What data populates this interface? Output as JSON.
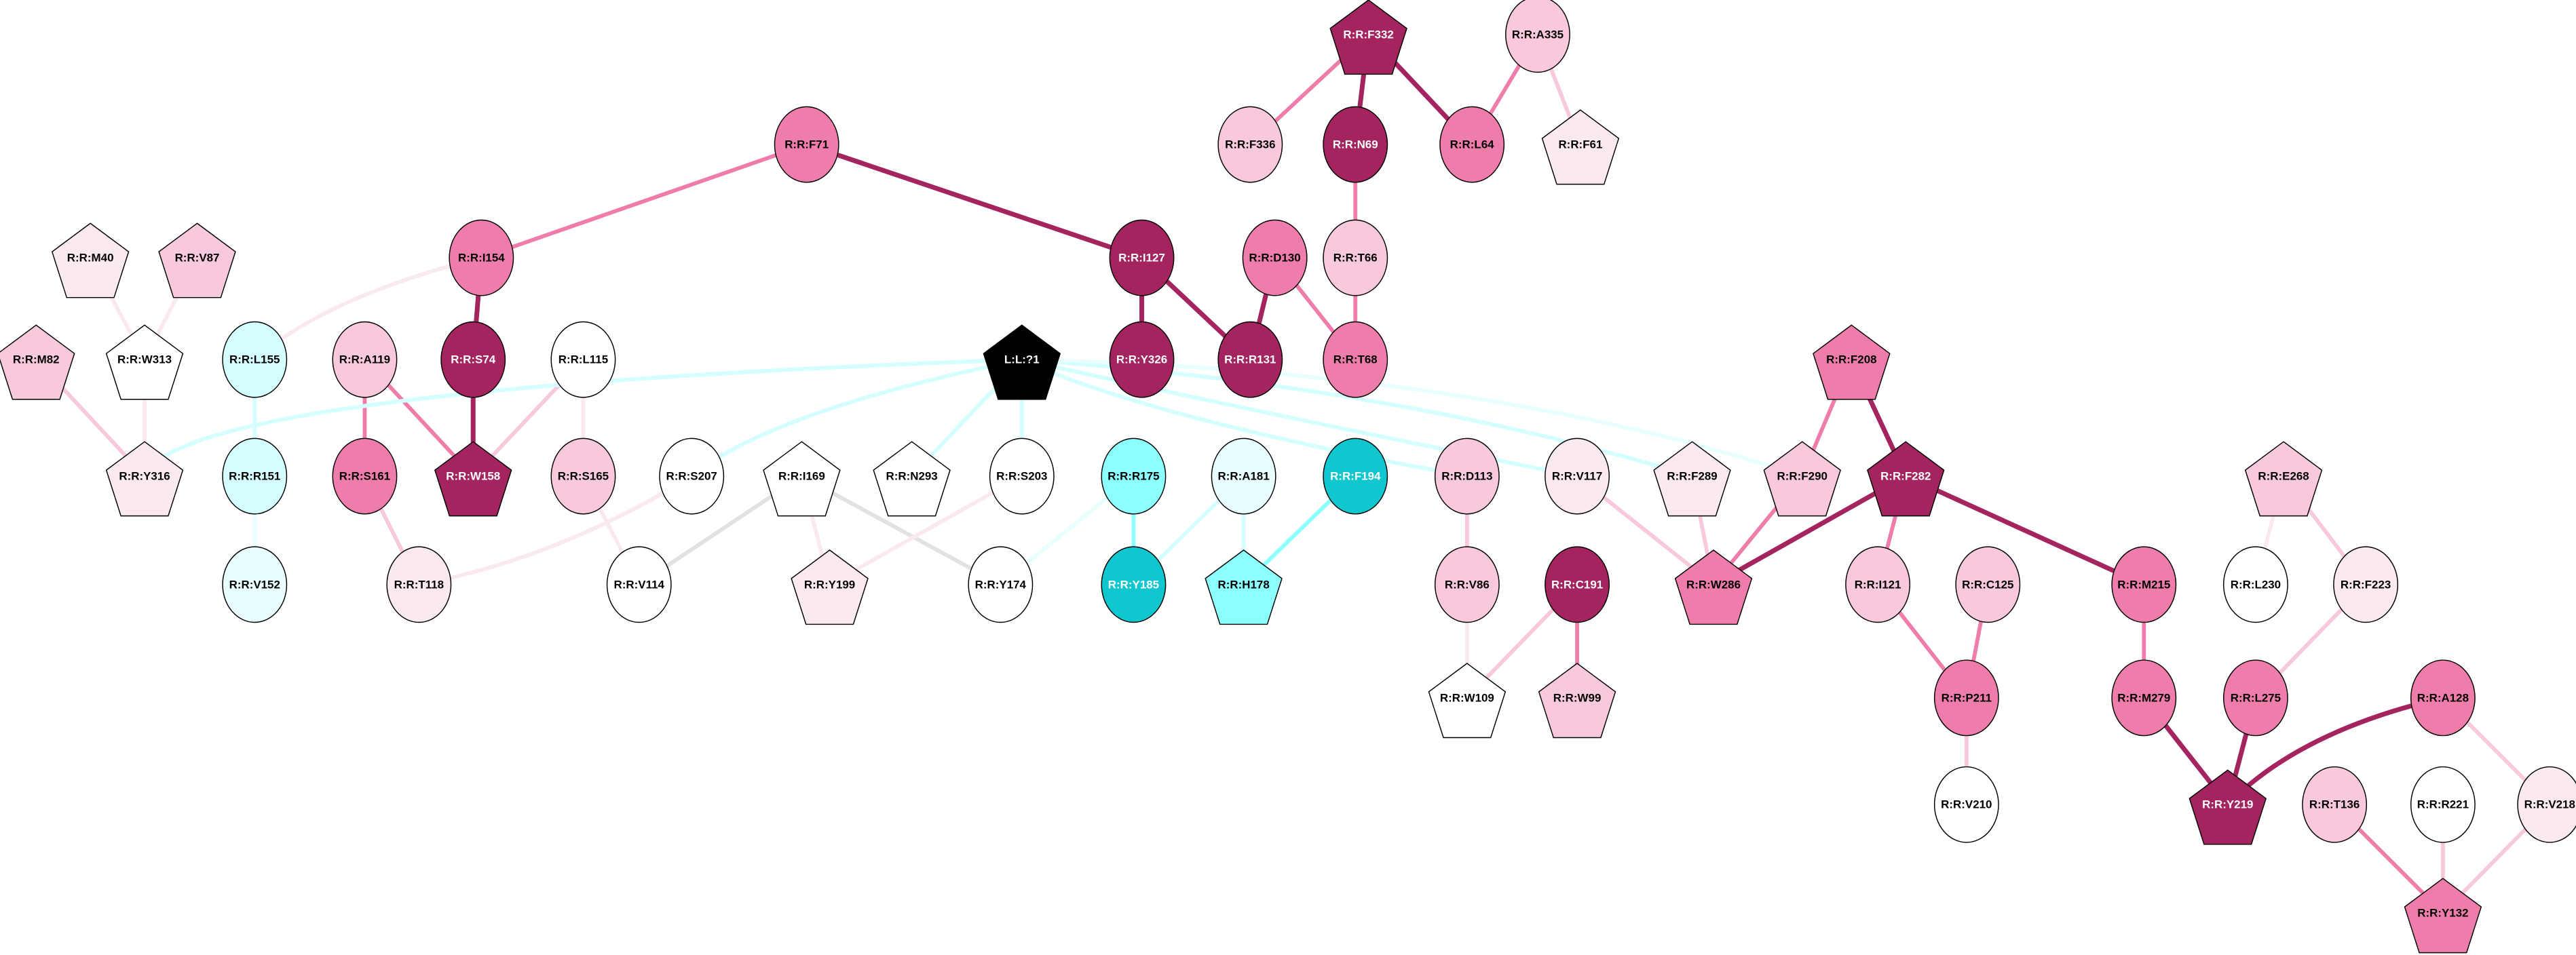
{
  "palette": {
    "dark": "#A3245F",
    "mid": "#EF7DAB",
    "light": "#F8C8DC",
    "vlight": "#FBE9F1",
    "white": "#FFFFFF",
    "black": "#000000",
    "teal": "#10C6CF",
    "cyan": "#8CFFFF",
    "cyanlight": "#D4FEFF",
    "cyanvlight": "#E9FEFE",
    "grey": "#E2E2E2"
  },
  "nodes": [
    {
      "id": "R:R:F332",
      "shape": "pentagon",
      "color": "dark"
    },
    {
      "id": "R:R:A335",
      "shape": "circle",
      "color": "light"
    },
    {
      "id": "R:R:F71",
      "shape": "circle",
      "color": "mid"
    },
    {
      "id": "R:R:F336",
      "shape": "circle",
      "color": "light"
    },
    {
      "id": "R:R:N69",
      "shape": "circle",
      "color": "dark"
    },
    {
      "id": "R:R:L64",
      "shape": "circle",
      "color": "mid"
    },
    {
      "id": "R:R:F61",
      "shape": "pentagon",
      "color": "vlight"
    },
    {
      "id": "R:R:M40",
      "shape": "pentagon",
      "color": "vlight"
    },
    {
      "id": "R:R:V87",
      "shape": "pentagon",
      "color": "light"
    },
    {
      "id": "R:R:I154",
      "shape": "circle",
      "color": "mid"
    },
    {
      "id": "R:R:I127",
      "shape": "circle",
      "color": "dark"
    },
    {
      "id": "R:R:D130",
      "shape": "circle",
      "color": "mid"
    },
    {
      "id": "R:R:T66",
      "shape": "circle",
      "color": "light"
    },
    {
      "id": "R:R:M82",
      "shape": "pentagon",
      "color": "light"
    },
    {
      "id": "R:R:W313",
      "shape": "pentagon",
      "color": "white"
    },
    {
      "id": "R:R:L155",
      "shape": "circle",
      "color": "cyanlight"
    },
    {
      "id": "R:R:A119",
      "shape": "circle",
      "color": "light"
    },
    {
      "id": "R:R:S74",
      "shape": "circle",
      "color": "dark"
    },
    {
      "id": "R:R:L115",
      "shape": "circle",
      "color": "white"
    },
    {
      "id": "L:L:?1",
      "shape": "pentagon",
      "color": "black"
    },
    {
      "id": "R:R:Y326",
      "shape": "circle",
      "color": "dark"
    },
    {
      "id": "R:R:R131",
      "shape": "circle",
      "color": "dark"
    },
    {
      "id": "R:R:T68",
      "shape": "circle",
      "color": "mid"
    },
    {
      "id": "R:R:F208",
      "shape": "pentagon",
      "color": "mid"
    },
    {
      "id": "R:R:Y316",
      "shape": "pentagon",
      "color": "vlight"
    },
    {
      "id": "R:R:R151",
      "shape": "circle",
      "color": "cyanlight"
    },
    {
      "id": "R:R:S161",
      "shape": "circle",
      "color": "mid"
    },
    {
      "id": "R:R:W158",
      "shape": "pentagon",
      "color": "dark"
    },
    {
      "id": "R:R:S165",
      "shape": "circle",
      "color": "light"
    },
    {
      "id": "R:R:S207",
      "shape": "circle",
      "color": "white"
    },
    {
      "id": "R:R:I169",
      "shape": "pentagon",
      "color": "white"
    },
    {
      "id": "R:R:N293",
      "shape": "pentagon",
      "color": "white"
    },
    {
      "id": "R:R:S203",
      "shape": "circle",
      "color": "white"
    },
    {
      "id": "R:R:R175",
      "shape": "circle",
      "color": "cyan"
    },
    {
      "id": "R:R:A181",
      "shape": "circle",
      "color": "cyanvlight"
    },
    {
      "id": "R:R:F194",
      "shape": "circle",
      "color": "teal"
    },
    {
      "id": "R:R:D113",
      "shape": "circle",
      "color": "light"
    },
    {
      "id": "R:R:V117",
      "shape": "circle",
      "color": "vlight"
    },
    {
      "id": "R:R:F289",
      "shape": "pentagon",
      "color": "vlight"
    },
    {
      "id": "R:R:F290",
      "shape": "pentagon",
      "color": "light"
    },
    {
      "id": "R:R:F282",
      "shape": "pentagon",
      "color": "dark"
    },
    {
      "id": "R:R:E268",
      "shape": "pentagon",
      "color": "light"
    },
    {
      "id": "R:R:V152",
      "shape": "circle",
      "color": "cyanvlight"
    },
    {
      "id": "R:R:T118",
      "shape": "circle",
      "color": "vlight"
    },
    {
      "id": "R:R:V114",
      "shape": "circle",
      "color": "white"
    },
    {
      "id": "R:R:Y199",
      "shape": "pentagon",
      "color": "vlight"
    },
    {
      "id": "R:R:Y174",
      "shape": "circle",
      "color": "white"
    },
    {
      "id": "R:R:Y185",
      "shape": "circle",
      "color": "teal"
    },
    {
      "id": "R:R:H178",
      "shape": "pentagon",
      "color": "cyan"
    },
    {
      "id": "R:R:V86",
      "shape": "circle",
      "color": "light"
    },
    {
      "id": "R:R:C191",
      "shape": "circle",
      "color": "dark"
    },
    {
      "id": "R:R:W286",
      "shape": "pentagon",
      "color": "mid"
    },
    {
      "id": "R:R:I121",
      "shape": "circle",
      "color": "light"
    },
    {
      "id": "R:R:C125",
      "shape": "circle",
      "color": "light"
    },
    {
      "id": "R:R:M215",
      "shape": "circle",
      "color": "mid"
    },
    {
      "id": "R:R:L230",
      "shape": "circle",
      "color": "white"
    },
    {
      "id": "R:R:F223",
      "shape": "circle",
      "color": "vlight"
    },
    {
      "id": "R:R:W109",
      "shape": "pentagon",
      "color": "white"
    },
    {
      "id": "R:R:W99",
      "shape": "pentagon",
      "color": "light"
    },
    {
      "id": "R:R:P211",
      "shape": "circle",
      "color": "mid"
    },
    {
      "id": "R:R:M279",
      "shape": "circle",
      "color": "mid"
    },
    {
      "id": "R:R:L275",
      "shape": "circle",
      "color": "mid"
    },
    {
      "id": "R:R:A128",
      "shape": "circle",
      "color": "mid"
    },
    {
      "id": "R:R:V210",
      "shape": "circle",
      "color": "white"
    },
    {
      "id": "R:R:Y219",
      "shape": "pentagon",
      "color": "dark"
    },
    {
      "id": "R:R:T136",
      "shape": "circle",
      "color": "light"
    },
    {
      "id": "R:R:R221",
      "shape": "circle",
      "color": "white"
    },
    {
      "id": "R:R:V218",
      "shape": "circle",
      "color": "vlight"
    },
    {
      "id": "R:R:Y132",
      "shape": "pentagon",
      "color": "mid"
    }
  ],
  "edges": [
    [
      "R:R:F332",
      "R:R:F336",
      "mid"
    ],
    [
      "R:R:F332",
      "R:R:N69",
      "dark"
    ],
    [
      "R:R:F332",
      "R:R:L64",
      "dark"
    ],
    [
      "R:R:A335",
      "R:R:L64",
      "mid"
    ],
    [
      "R:R:A335",
      "R:R:F61",
      "light"
    ],
    [
      "R:R:N69",
      "R:R:T66",
      "mid"
    ],
    [
      "R:R:T66",
      "R:R:T68",
      "mid"
    ],
    [
      "R:R:F71",
      "R:R:I154",
      "mid"
    ],
    [
      "R:R:F71",
      "R:R:I127",
      "dark"
    ],
    [
      "R:R:I127",
      "R:R:Y326",
      "dark"
    ],
    [
      "R:R:I127",
      "R:R:R131",
      "dark"
    ],
    [
      "R:R:D130",
      "R:R:R131",
      "dark"
    ],
    [
      "R:R:D130",
      "R:R:T68",
      "mid"
    ],
    [
      "R:R:I154",
      "R:R:S74",
      "dark"
    ],
    [
      "R:R:I154",
      "R:R:L155",
      "vlight"
    ],
    [
      "R:R:M40",
      "R:R:W313",
      "vlight"
    ],
    [
      "R:R:V87",
      "R:R:W313",
      "vlight"
    ],
    [
      "R:R:M82",
      "R:R:Y316",
      "light"
    ],
    [
      "R:R:W313",
      "R:R:Y316",
      "vlight"
    ],
    [
      "R:R:L155",
      "R:R:R151",
      "cyanlight"
    ],
    [
      "R:R:R151",
      "R:R:V152",
      "cyanvlight"
    ],
    [
      "R:R:A119",
      "R:R:S161",
      "mid"
    ],
    [
      "R:R:A119",
      "R:R:W158",
      "mid"
    ],
    [
      "R:R:S74",
      "R:R:W158",
      "dark"
    ],
    [
      "R:R:L115",
      "R:R:W158",
      "light"
    ],
    [
      "R:R:L115",
      "R:R:S165",
      "vlight"
    ],
    [
      "R:R:S161",
      "R:R:T118",
      "light"
    ],
    [
      "R:R:S165",
      "R:R:V114",
      "vlight"
    ],
    [
      "R:R:S207",
      "R:R:T118",
      "vlight"
    ],
    [
      "R:R:I169",
      "R:R:V114",
      "grey"
    ],
    [
      "R:R:I169",
      "R:R:Y174",
      "grey"
    ],
    [
      "R:R:I169",
      "R:R:Y199",
      "vlight"
    ],
    [
      "R:R:S203",
      "R:R:Y199",
      "vlight"
    ],
    [
      "L:L:?1",
      "R:R:Y316",
      "cyanlight"
    ],
    [
      "L:L:?1",
      "R:R:S207",
      "cyanlight"
    ],
    [
      "L:L:?1",
      "R:R:N293",
      "cyanlight"
    ],
    [
      "L:L:?1",
      "R:R:S203",
      "cyanlight"
    ],
    [
      "L:L:?1",
      "R:R:D113",
      "cyanlight"
    ],
    [
      "L:L:?1",
      "R:R:V117",
      "cyanlight"
    ],
    [
      "L:L:?1",
      "R:R:F289",
      "cyanlight"
    ],
    [
      "L:L:?1",
      "R:R:F290",
      "cyanvlight"
    ],
    [
      "R:R:R175",
      "R:R:Y185",
      "cyan"
    ],
    [
      "R:R:R175",
      "R:R:Y174",
      "cyanvlight"
    ],
    [
      "R:R:A181",
      "R:R:Y185",
      "cyanlight"
    ],
    [
      "R:R:A181",
      "R:R:H178",
      "cyanlight"
    ],
    [
      "R:R:F194",
      "R:R:H178",
      "cyan"
    ],
    [
      "R:R:D113",
      "R:R:V86",
      "light"
    ],
    [
      "R:R:V86",
      "R:R:W109",
      "vlight"
    ],
    [
      "R:R:C191",
      "R:R:W109",
      "light"
    ],
    [
      "R:R:C191",
      "R:R:W99",
      "mid"
    ],
    [
      "R:R:V117",
      "R:R:W286",
      "light"
    ],
    [
      "R:R:F289",
      "R:R:W286",
      "light"
    ],
    [
      "R:R:F290",
      "R:R:W286",
      "mid"
    ],
    [
      "R:R:F208",
      "R:R:F290",
      "mid"
    ],
    [
      "R:R:F208",
      "R:R:F282",
      "dark"
    ],
    [
      "R:R:F282",
      "R:R:W286",
      "dark"
    ],
    [
      "R:R:F282",
      "R:R:I121",
      "mid"
    ],
    [
      "R:R:F282",
      "R:R:M215",
      "dark"
    ],
    [
      "R:R:I121",
      "R:R:P211",
      "mid"
    ],
    [
      "R:R:C125",
      "R:R:P211",
      "mid"
    ],
    [
      "R:R:P211",
      "R:R:V210",
      "light"
    ],
    [
      "R:R:M215",
      "R:R:M279",
      "mid"
    ],
    [
      "R:R:M279",
      "R:R:Y219",
      "dark"
    ],
    [
      "R:R:L275",
      "R:R:Y219",
      "dark"
    ],
    [
      "R:R:A128",
      "R:R:Y219",
      "dark"
    ],
    [
      "R:R:A128",
      "R:R:V218",
      "light"
    ],
    [
      "R:R:E268",
      "R:R:L230",
      "vlight"
    ],
    [
      "R:R:E268",
      "R:R:F223",
      "light"
    ],
    [
      "R:R:F223",
      "R:R:L275",
      "light"
    ],
    [
      "R:R:T136",
      "R:R:Y132",
      "mid"
    ],
    [
      "R:R:R221",
      "R:R:Y132",
      "light"
    ],
    [
      "R:R:V218",
      "R:R:Y132",
      "light"
    ]
  ]
}
